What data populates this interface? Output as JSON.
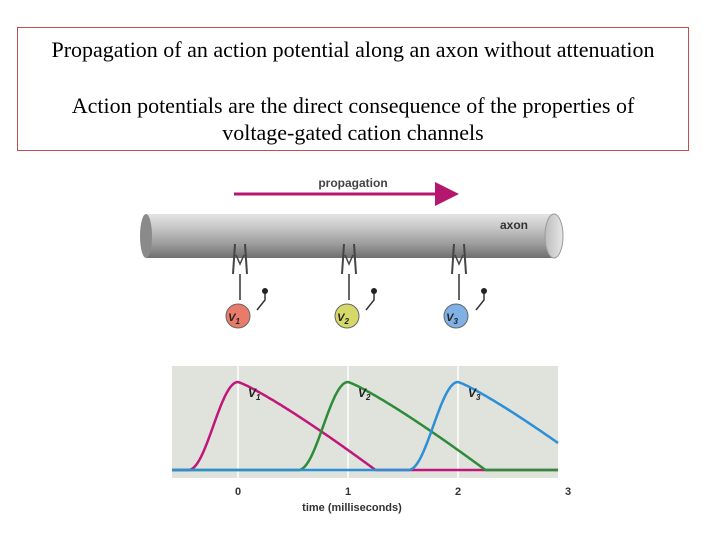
{
  "caption": {
    "line1": "Propagation of an action potential along an axon without attenuation",
    "line2": "Action potentials are the direct consequence of the properties of voltage-gated cation channels"
  },
  "diagram": {
    "propagation_label": "propagation",
    "axon_label": "axon",
    "meters": [
      {
        "label": "V",
        "sub": "1",
        "color": "#e97b6b"
      },
      {
        "label": "V",
        "sub": "2",
        "color": "#d6d86a"
      },
      {
        "label": "V",
        "sub": "3",
        "color": "#7fb1e6"
      }
    ],
    "arrow_color": "#b5176e"
  },
  "chart_data": {
    "type": "line",
    "xlabel": "time (milliseconds)",
    "x_ticks": [
      "0",
      "1",
      "2",
      "3"
    ],
    "xlim": [
      -0.6,
      3
    ],
    "series": [
      {
        "name": "V1",
        "color": "#c0177a",
        "peak_time": 0
      },
      {
        "name": "V2",
        "color": "#2e8b3a",
        "peak_time": 1
      },
      {
        "name": "V3",
        "color": "#2d8fd6",
        "peak_time": 2
      }
    ],
    "grid": "vertical",
    "background": "#dfe3dc"
  }
}
